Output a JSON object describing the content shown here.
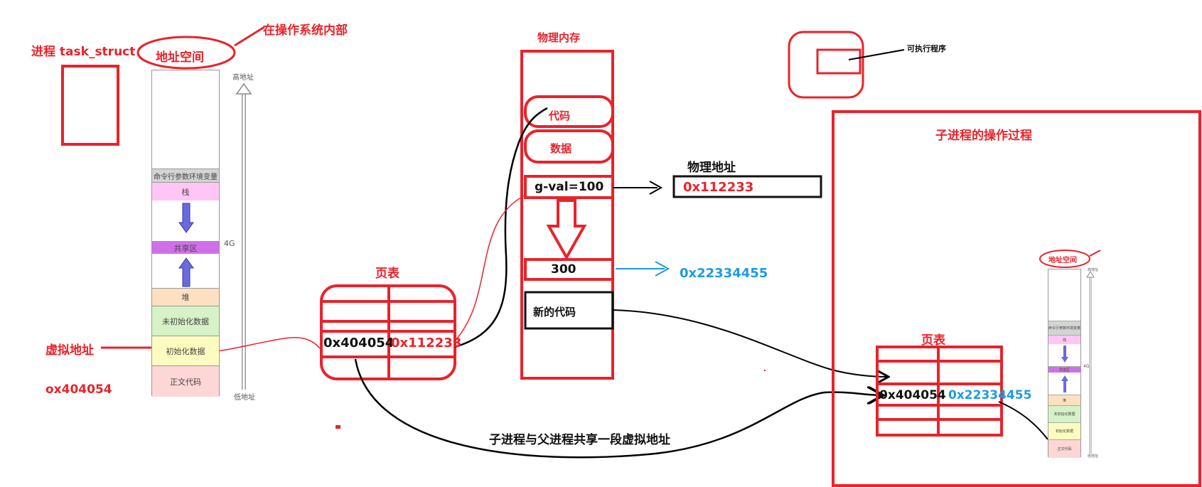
{
  "labels": {
    "in_os": "在操作系统内部",
    "task_struct": "进程 task_struct",
    "addr_space": "地址空间",
    "virtual_addr": "虚拟地址",
    "virtual_addr_value": "ox404054",
    "physical_memory": "物理内存",
    "executable": "可执行程序",
    "page_table": "页表",
    "child_process_title": "子进程的操作过程",
    "physical_addr": "物理地址",
    "shared_note": "子进程与父进程共享一段虚拟地址"
  },
  "address_space": {
    "high_addr": "高地址",
    "low_addr": "低地址",
    "size": "4G",
    "segments": [
      "命令行参数环境变量",
      "栈",
      "共享区",
      "堆",
      "未初始化数据",
      "初始化数据",
      "正文代码"
    ]
  },
  "physical": {
    "code": "代码",
    "data": "数据",
    "gval": "g-val=100",
    "new_val": "300",
    "new_code": "新的代码"
  },
  "addresses": {
    "phys_orig": "0x112233",
    "phys_new": "0x22334455",
    "page_virtual": "0x404054",
    "page_phys_parent": "0x112233",
    "page_phys_child": "0x22334455"
  },
  "colors": {
    "red": "#e8232b",
    "blue": "#1e9be0",
    "stack": "#ffc6f5",
    "shared": "#d070e8",
    "heap": "#fde0c0",
    "uninit": "#d6f2c6",
    "init": "#fdfcc0",
    "text": "#fdd6d6",
    "cmd": "#d4d4d4"
  }
}
